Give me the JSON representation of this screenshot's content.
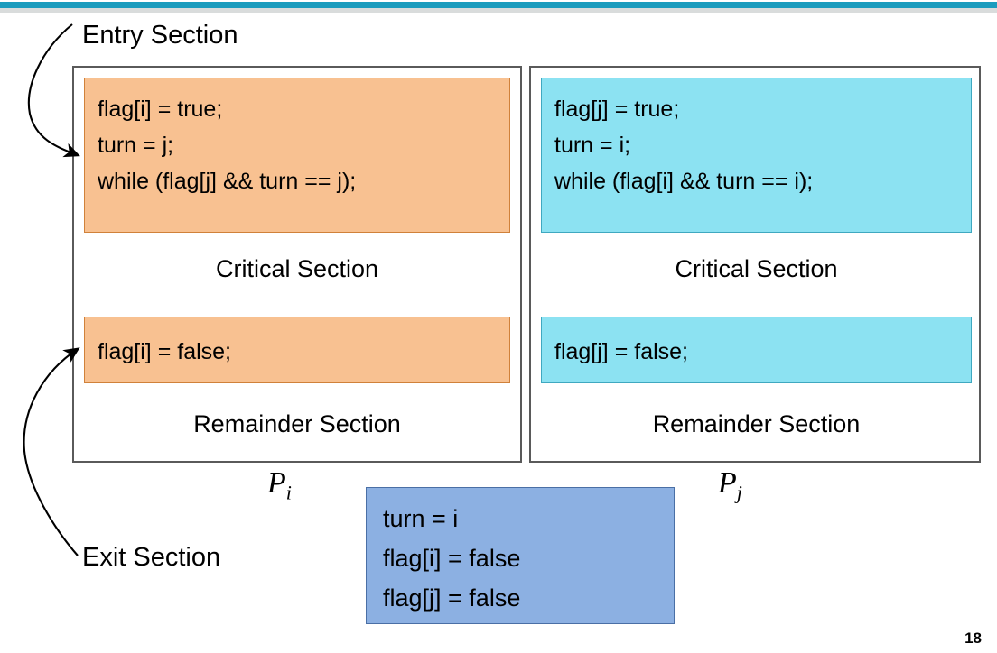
{
  "slide": {
    "page_number": "18",
    "accent_color": "#1b9cbe",
    "secondary_bar_color": "#d9dcdc"
  },
  "annotations": {
    "entry_section": "Entry Section",
    "exit_section": "Exit Section"
  },
  "processes": [
    {
      "name": "P",
      "subscript": "i",
      "color": "#f8c191",
      "border_color": "#d0813a",
      "entry_code": "flag[i] = true;\nturn = j;\nwhile (flag[j] && turn == j);",
      "critical_label": "Critical Section",
      "exit_code": "flag[i] = false;",
      "remainder_label": "Remainder Section"
    },
    {
      "name": "P",
      "subscript": "j",
      "color": "#8ce2f2",
      "border_color": "#3fa8c0",
      "entry_code": "flag[j] = true;\nturn = i;\nwhile (flag[i] && turn == i);",
      "critical_label": "Critical Section",
      "exit_code": "flag[j] = false;",
      "remainder_label": "Remainder Section"
    }
  ],
  "shared_state": {
    "color": "#8cb0e2",
    "border_color": "#4a6fa5",
    "text": "turn = i\nflag[i] = false\nflag[j] = false"
  }
}
